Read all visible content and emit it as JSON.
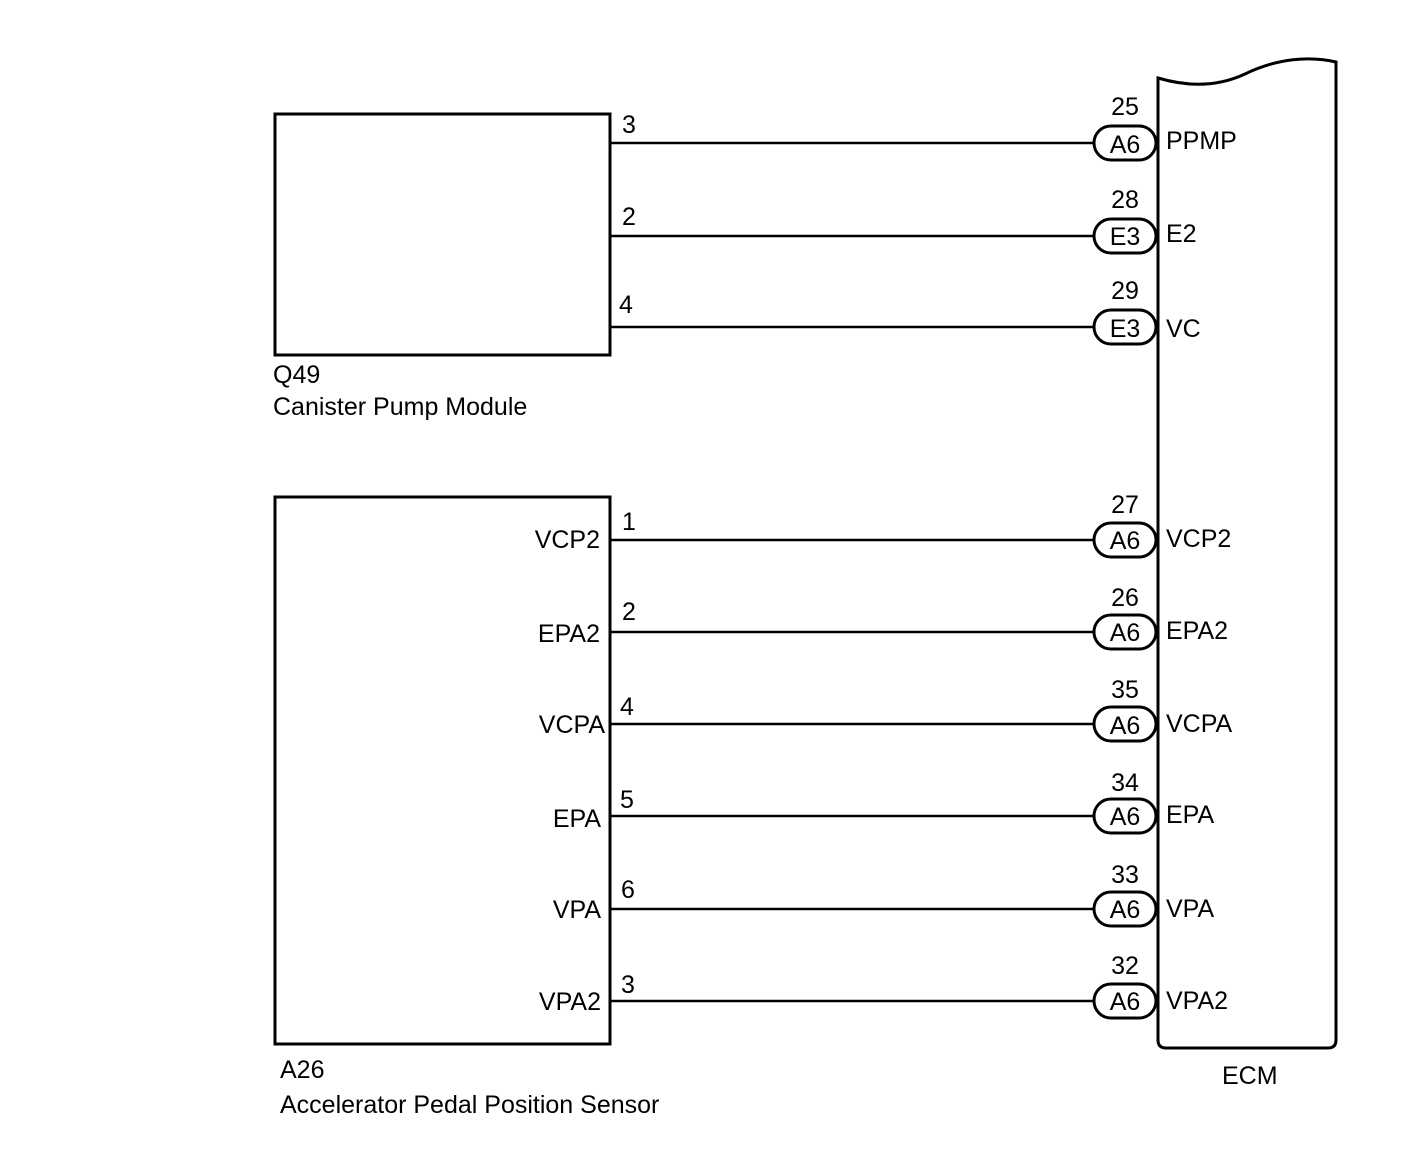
{
  "canister_pump_module": {
    "code": "Q49",
    "name": "Canister Pump Module",
    "wires": [
      {
        "pin": "3",
        "ecm_pin": "25",
        "connector": "A6",
        "ecm_signal": "PPMP"
      },
      {
        "pin": "2",
        "ecm_pin": "28",
        "connector": "E3",
        "ecm_signal": "E2"
      },
      {
        "pin": "4",
        "ecm_pin": "29",
        "connector": "E3",
        "ecm_signal": "VC"
      }
    ]
  },
  "accelerator_pedal_sensor": {
    "code": "A26",
    "name": "Accelerator Pedal Position Sensor",
    "wires": [
      {
        "terminal": "VCP2",
        "pin": "1",
        "ecm_pin": "27",
        "connector": "A6",
        "ecm_signal": "VCP2"
      },
      {
        "terminal": "EPA2",
        "pin": "2",
        "ecm_pin": "26",
        "connector": "A6",
        "ecm_signal": "EPA2"
      },
      {
        "terminal": "VCPA",
        "pin": "4",
        "ecm_pin": "35",
        "connector": "A6",
        "ecm_signal": "VCPA"
      },
      {
        "terminal": "EPA",
        "pin": "5",
        "ecm_pin": "34",
        "connector": "A6",
        "ecm_signal": "EPA"
      },
      {
        "terminal": "VPA",
        "pin": "6",
        "ecm_pin": "33",
        "connector": "A6",
        "ecm_signal": "VPA"
      },
      {
        "terminal": "VPA2",
        "pin": "3",
        "ecm_pin": "32",
        "connector": "A6",
        "ecm_signal": "VPA2"
      }
    ]
  },
  "ecm": {
    "name": "ECM"
  }
}
